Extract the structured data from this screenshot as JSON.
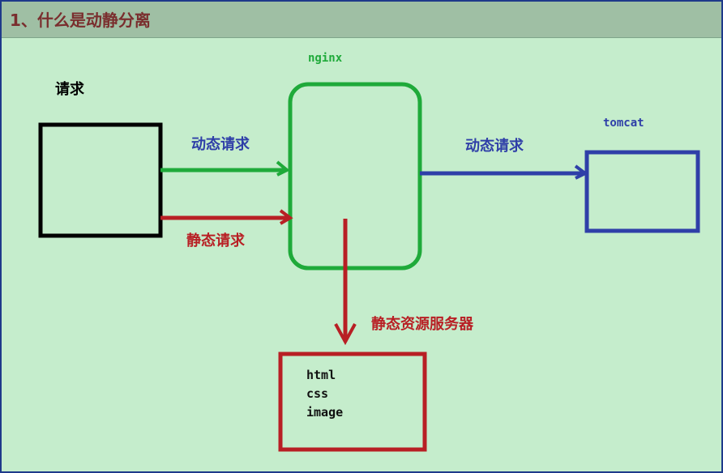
{
  "title": "1、什么是动静分离",
  "diagram": {
    "client_label": "请求",
    "nginx_label": "nginx",
    "tomcat_label": "tomcat",
    "dynamic_request_left": "动态请求",
    "static_request_left": "静态请求",
    "dynamic_request_right": "动态请求",
    "static_server_label": "静态资源服务器",
    "static_resources": [
      "html",
      "css",
      "image"
    ]
  },
  "colors": {
    "green": "#1faa3a",
    "red": "#b81f24",
    "blue": "#2f3fa8",
    "black": "#000000",
    "title": "#7a2e2e",
    "background": "#c5edcc",
    "header": "#9fbfa4"
  }
}
